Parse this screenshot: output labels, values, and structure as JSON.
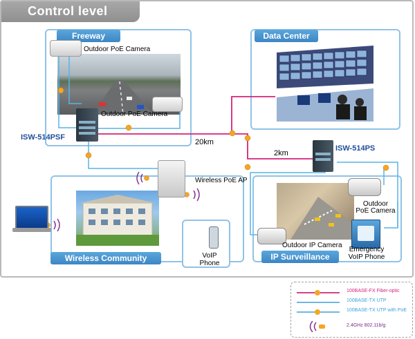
{
  "title": "Control level",
  "panels": {
    "freeway": "Freeway",
    "datacenter": "Data Center",
    "wireless": "Wireless Community",
    "surveillance": "IP Surveillance"
  },
  "devices": {
    "isw514psf": "ISW-514PSF",
    "isw514ps": "ISW-514PS",
    "outdoor_cam_1": "Outdoor PoE Camera",
    "outdoor_cam_2": "Outdoor PoE Camera",
    "wireless_ap": "Wireless PoE AP",
    "voip_l1": "VoIP",
    "voip_l2": "Phone",
    "outdoor_cam_3_l1": "Outdoor",
    "outdoor_cam_3_l2": "PoE Camera",
    "outdoor_ip_cam": "Outdoor IP Camera",
    "emergency_l1": "Emergency",
    "emergency_l2": "VoIP Phone"
  },
  "distances": {
    "d1": "20km",
    "d2": "2km"
  },
  "legend": [
    {
      "text": "100BASE-FX Fiber-optic",
      "color": "#d4237a"
    },
    {
      "text": "100BASE-TX UTP",
      "color": "#3aa0dc"
    },
    {
      "text": "100BASE-TX UTP with PoE",
      "color": "#3aa0dc"
    },
    {
      "text": "2.4GHz 802.11b/g",
      "color": "#7a2a8a"
    }
  ],
  "colors": {
    "fiber": "#d4237a",
    "utp": "#58b4e6",
    "poe_badge": "#f5a623",
    "panel_border": "#8fc3e6",
    "panel_label": "#3d86c4",
    "device_label": "#1f4f9a"
  }
}
